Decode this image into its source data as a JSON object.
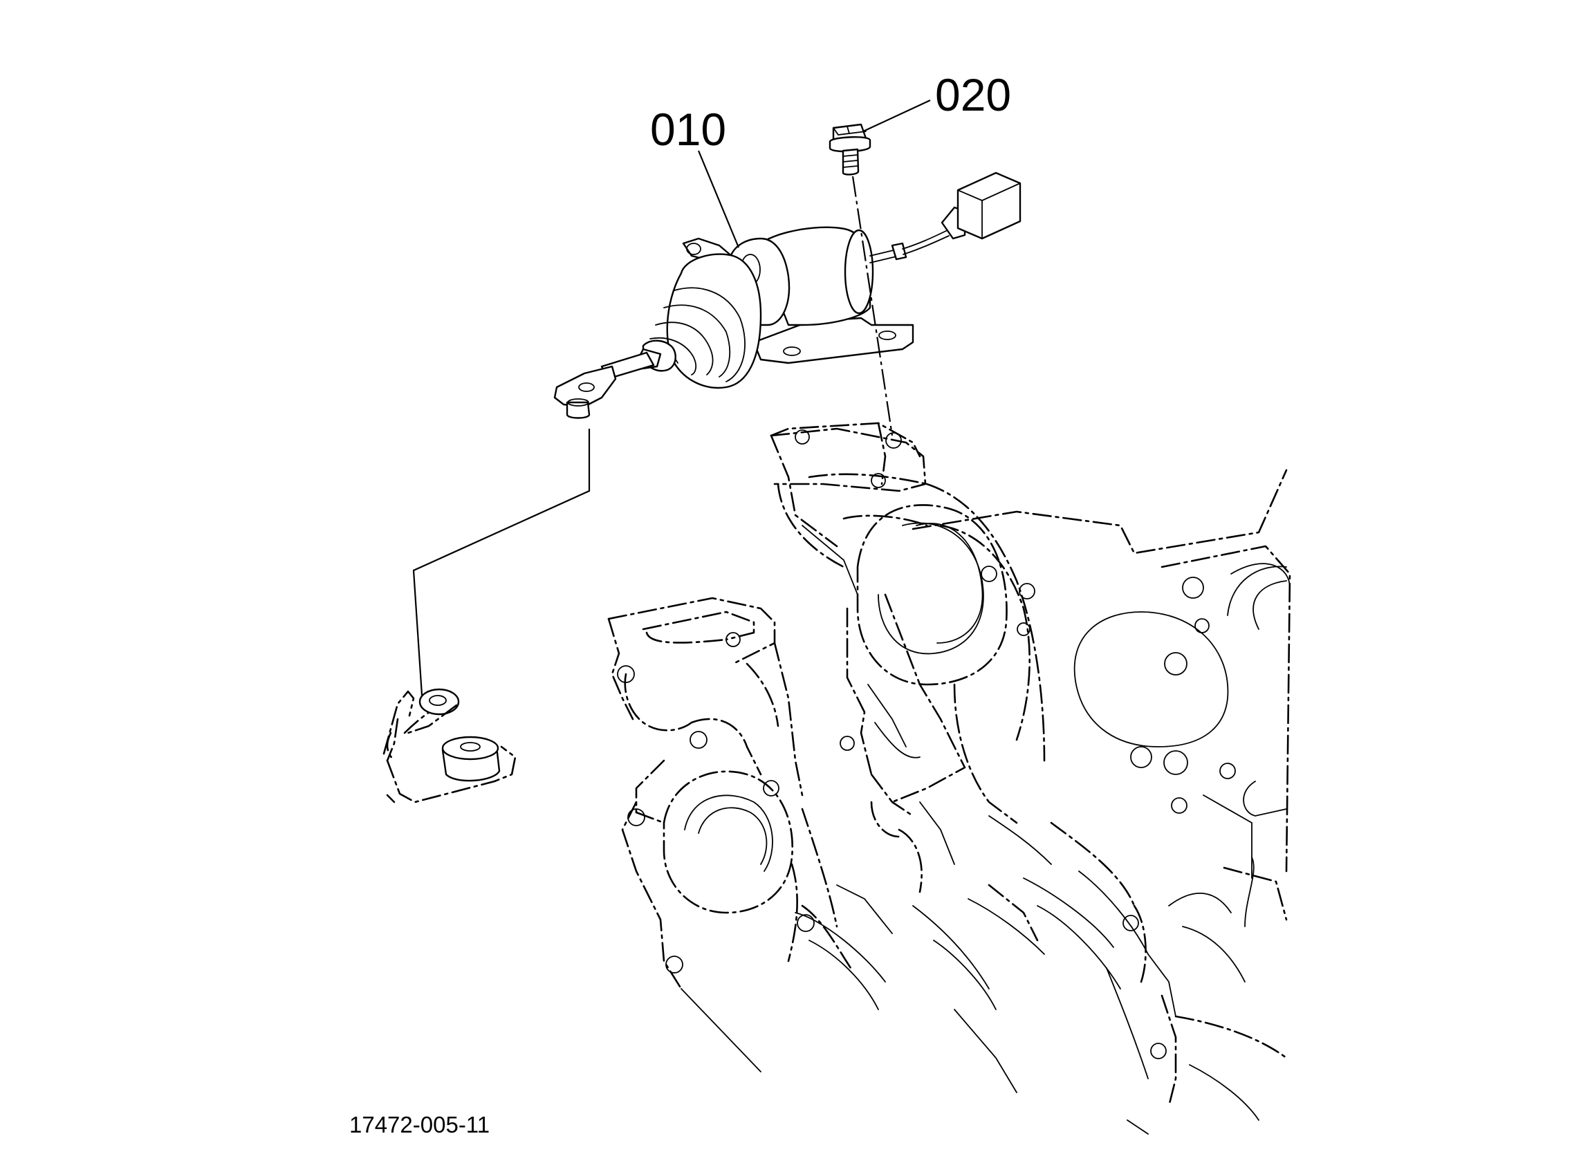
{
  "callouts": [
    {
      "id": "solenoid",
      "label": "010"
    },
    {
      "id": "bolt",
      "label": "020"
    }
  ],
  "figure_id": "17472-005-11"
}
